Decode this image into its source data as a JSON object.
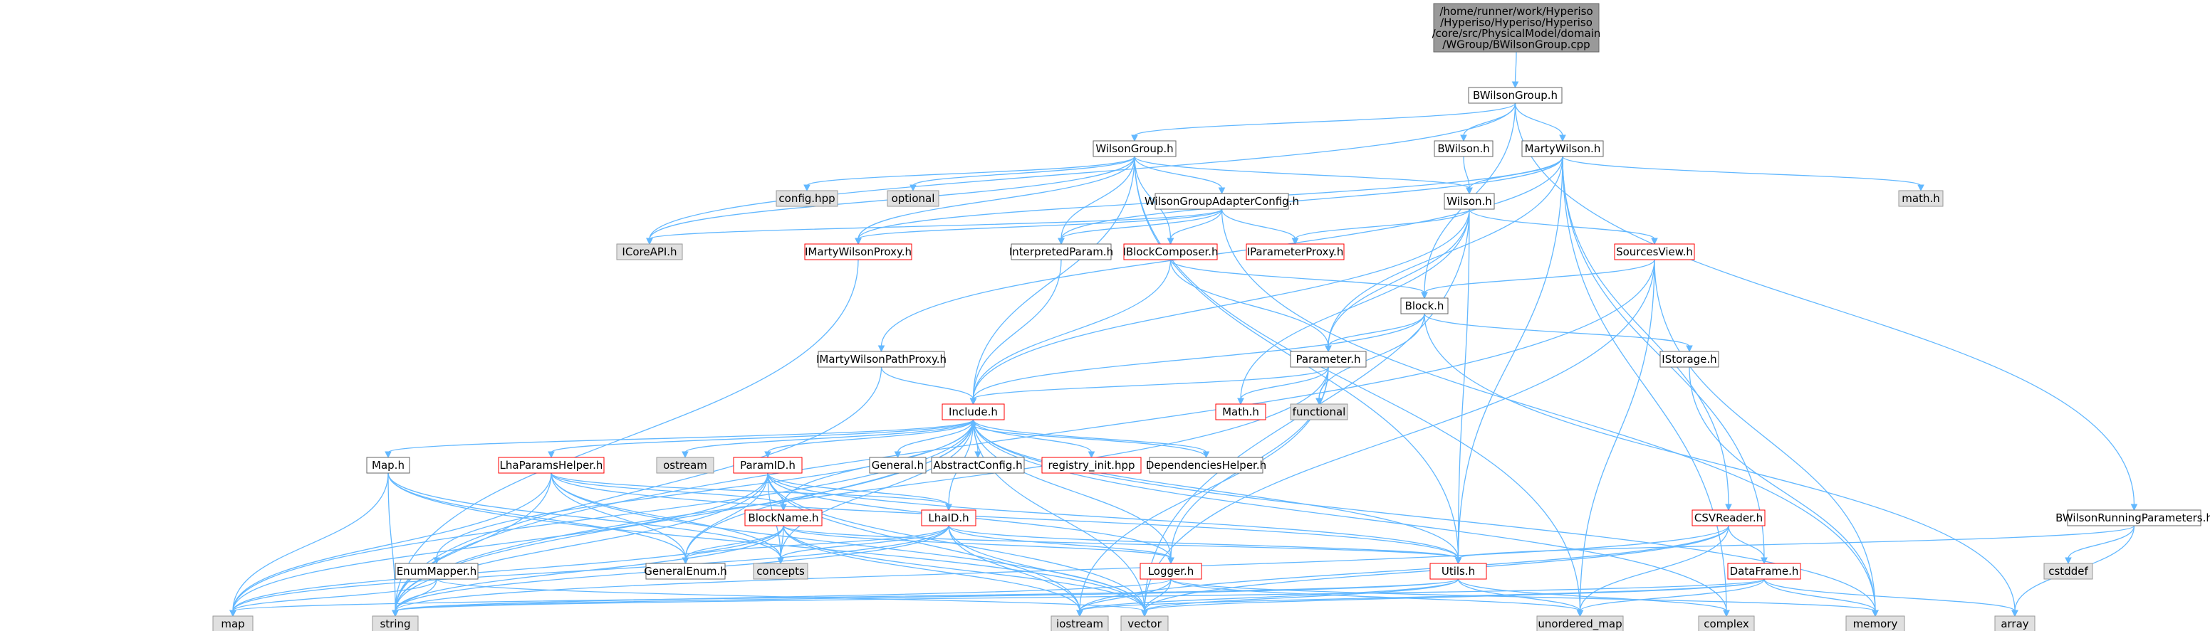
{
  "colors": {
    "edge": "#63b8ff",
    "root_fill": "#999999",
    "root_border": "#666666",
    "normal_fill": "#ffffff",
    "normal_border": "#666666",
    "red_fill": "#ffffff",
    "red_border": "#ff0000",
    "system_fill": "#e0e0e0",
    "system_border": "#999999"
  },
  "nodes": [
    {
      "id": "root",
      "kind": "root",
      "lines": [
        "/home/runner/work/Hyperiso",
        "/Hyperiso/Hyperiso/Hyperiso",
        "/core/src/PhysicalModel/domain",
        "/WGroup/BWilsonGroup.cpp"
      ]
    },
    {
      "id": "BWilsonGroup",
      "kind": "normal",
      "lines": [
        "BWilsonGroup.h"
      ]
    },
    {
      "id": "WilsonGroup",
      "kind": "normal",
      "lines": [
        "WilsonGroup.h"
      ]
    },
    {
      "id": "BWilson",
      "kind": "normal",
      "lines": [
        "BWilson.h"
      ]
    },
    {
      "id": "MartyWilson",
      "kind": "normal",
      "lines": [
        "MartyWilson.h"
      ]
    },
    {
      "id": "BWilsonRunning",
      "kind": "normal",
      "lines": [
        "BWilsonRunningParameters.h"
      ]
    },
    {
      "id": "confighpp",
      "kind": "system",
      "lines": [
        "config.hpp"
      ]
    },
    {
      "id": "optional",
      "kind": "system",
      "lines": [
        "optional"
      ]
    },
    {
      "id": "WGAConfig",
      "kind": "normal",
      "lines": [
        "WilsonGroupAdapterConfig.h"
      ]
    },
    {
      "id": "Wilson",
      "kind": "normal",
      "lines": [
        "Wilson.h"
      ]
    },
    {
      "id": "mathh",
      "kind": "system",
      "lines": [
        "math.h"
      ]
    },
    {
      "id": "ICoreAPI",
      "kind": "system",
      "lines": [
        "ICoreAPI.h"
      ]
    },
    {
      "id": "IMartyWilsonProxy",
      "kind": "red",
      "lines": [
        "IMartyWilsonProxy.h"
      ]
    },
    {
      "id": "InterpretedParam",
      "kind": "normal",
      "lines": [
        "InterpretedParam.h"
      ]
    },
    {
      "id": "IBlockComposer",
      "kind": "red",
      "lines": [
        "IBlockComposer.h"
      ]
    },
    {
      "id": "IParameterProxy",
      "kind": "red",
      "lines": [
        "IParameterProxy.h"
      ]
    },
    {
      "id": "SourcesView",
      "kind": "red",
      "lines": [
        "SourcesView.h"
      ]
    },
    {
      "id": "Block",
      "kind": "normal",
      "lines": [
        "Block.h"
      ]
    },
    {
      "id": "IMartyWilsonPathProxy",
      "kind": "normal",
      "lines": [
        "IMartyWilsonPathProxy.h"
      ]
    },
    {
      "id": "Parameter",
      "kind": "normal",
      "lines": [
        "Parameter.h"
      ]
    },
    {
      "id": "IStorage",
      "kind": "normal",
      "lines": [
        "IStorage.h"
      ]
    },
    {
      "id": "MathH",
      "kind": "red",
      "lines": [
        "Math.h"
      ]
    },
    {
      "id": "functional",
      "kind": "system",
      "lines": [
        "functional"
      ]
    },
    {
      "id": "Include",
      "kind": "red",
      "lines": [
        "Include.h"
      ]
    },
    {
      "id": "Maph",
      "kind": "normal",
      "lines": [
        "Map.h"
      ]
    },
    {
      "id": "LhaParamsHelper",
      "kind": "red",
      "lines": [
        "LhaParamsHelper.h"
      ]
    },
    {
      "id": "ostream",
      "kind": "system",
      "lines": [
        "ostream"
      ]
    },
    {
      "id": "ParamID",
      "kind": "red",
      "lines": [
        "ParamID.h"
      ]
    },
    {
      "id": "General",
      "kind": "normal",
      "lines": [
        "General.h"
      ]
    },
    {
      "id": "AbstractConfig",
      "kind": "normal",
      "lines": [
        "AbstractConfig.h"
      ]
    },
    {
      "id": "registry",
      "kind": "red",
      "lines": [
        "registry_init.hpp"
      ]
    },
    {
      "id": "DependenciesHelper",
      "kind": "normal",
      "lines": [
        "DependenciesHelper.h"
      ]
    },
    {
      "id": "CSVReader",
      "kind": "red",
      "lines": [
        "CSVReader.h"
      ]
    },
    {
      "id": "BlockName",
      "kind": "red",
      "lines": [
        "BlockName.h"
      ]
    },
    {
      "id": "LhaID",
      "kind": "red",
      "lines": [
        "LhaID.h"
      ]
    },
    {
      "id": "EnumMapper",
      "kind": "normal",
      "lines": [
        "EnumMapper.h"
      ]
    },
    {
      "id": "concepts",
      "kind": "system",
      "lines": [
        "concepts"
      ]
    },
    {
      "id": "GeneralEnum",
      "kind": "normal",
      "lines": [
        "GeneralEnum.h"
      ]
    },
    {
      "id": "Logger",
      "kind": "red",
      "lines": [
        "Logger.h"
      ]
    },
    {
      "id": "Utils",
      "kind": "red",
      "lines": [
        "Utils.h"
      ]
    },
    {
      "id": "DataFrame",
      "kind": "red",
      "lines": [
        "DataFrame.h"
      ]
    },
    {
      "id": "cstddef",
      "kind": "system",
      "lines": [
        "cstddef"
      ]
    },
    {
      "id": "map",
      "kind": "system",
      "lines": [
        "map"
      ]
    },
    {
      "id": "string",
      "kind": "system",
      "lines": [
        "string"
      ]
    },
    {
      "id": "iostream",
      "kind": "system",
      "lines": [
        "iostream"
      ]
    },
    {
      "id": "vector",
      "kind": "system",
      "lines": [
        "vector"
      ]
    },
    {
      "id": "unordered_map",
      "kind": "system",
      "lines": [
        "unordered_map"
      ]
    },
    {
      "id": "complex",
      "kind": "system",
      "lines": [
        "complex"
      ]
    },
    {
      "id": "memory",
      "kind": "system",
      "lines": [
        "memory"
      ]
    },
    {
      "id": "array",
      "kind": "system",
      "lines": [
        "array"
      ]
    }
  ],
  "edges": [
    [
      "root",
      "BWilsonGroup"
    ],
    [
      "BWilsonGroup",
      "WilsonGroup"
    ],
    [
      "BWilsonGroup",
      "BWilson"
    ],
    [
      "BWilsonGroup",
      "MartyWilson"
    ],
    [
      "BWilsonGroup",
      "BWilsonRunning"
    ],
    [
      "BWilsonGroup",
      "ICoreAPI"
    ],
    [
      "BWilsonGroup",
      "Block"
    ],
    [
      "WilsonGroup",
      "confighpp"
    ],
    [
      "WilsonGroup",
      "optional"
    ],
    [
      "WilsonGroup",
      "WGAConfig"
    ],
    [
      "WilsonGroup",
      "Wilson"
    ],
    [
      "WilsonGroup",
      "ICoreAPI"
    ],
    [
      "WilsonGroup",
      "IMartyWilsonProxy"
    ],
    [
      "WilsonGroup",
      "InterpretedParam"
    ],
    [
      "WilsonGroup",
      "IBlockComposer"
    ],
    [
      "WilsonGroup",
      "Include"
    ],
    [
      "WilsonGroup",
      "Utils"
    ],
    [
      "WilsonGroup",
      "unordered_map"
    ],
    [
      "BWilson",
      "Wilson"
    ],
    [
      "MartyWilson",
      "Wilson"
    ],
    [
      "MartyWilson",
      "mathh"
    ],
    [
      "MartyWilson",
      "IMartyWilsonProxy"
    ],
    [
      "MartyWilson",
      "IMartyWilsonPathProxy"
    ],
    [
      "MartyWilson",
      "InterpretedParam"
    ],
    [
      "MartyWilson",
      "Parameter"
    ],
    [
      "MartyWilson",
      "CSVReader"
    ],
    [
      "MartyWilson",
      "DataFrame"
    ],
    [
      "MartyWilson",
      "complex"
    ],
    [
      "MartyWilson",
      "Utils"
    ],
    [
      "BWilsonRunning",
      "cstddef"
    ],
    [
      "BWilsonRunning",
      "array"
    ],
    [
      "BWilsonRunning",
      "Utils"
    ],
    [
      "WGAConfig",
      "ICoreAPI"
    ],
    [
      "WGAConfig",
      "IMartyWilsonProxy"
    ],
    [
      "WGAConfig",
      "InterpretedParam"
    ],
    [
      "WGAConfig",
      "IBlockComposer"
    ],
    [
      "WGAConfig",
      "IParameterProxy"
    ],
    [
      "WGAConfig",
      "memory"
    ],
    [
      "Wilson",
      "IParameterProxy"
    ],
    [
      "Wilson",
      "SourcesView"
    ],
    [
      "Wilson",
      "Include"
    ],
    [
      "Wilson",
      "Utils"
    ],
    [
      "Wilson",
      "MathH"
    ],
    [
      "Wilson",
      "Parameter"
    ],
    [
      "Wilson",
      "vector"
    ],
    [
      "IMartyWilsonProxy",
      "string"
    ],
    [
      "InterpretedParam",
      "Include"
    ],
    [
      "IBlockComposer",
      "Block"
    ],
    [
      "IBlockComposer",
      "Parameter"
    ],
    [
      "IBlockComposer",
      "Include"
    ],
    [
      "SourcesView",
      "Block"
    ],
    [
      "SourcesView",
      "string"
    ],
    [
      "SourcesView",
      "unordered_map"
    ],
    [
      "SourcesView",
      "memory"
    ],
    [
      "SourcesView",
      "vector"
    ],
    [
      "Block",
      "Parameter"
    ],
    [
      "Block",
      "IStorage"
    ],
    [
      "Block",
      "functional"
    ],
    [
      "Block",
      "array"
    ],
    [
      "Block",
      "Include"
    ],
    [
      "IMartyWilsonPathProxy",
      "Include"
    ],
    [
      "IMartyWilsonPathProxy",
      "string"
    ],
    [
      "Parameter",
      "Include"
    ],
    [
      "Parameter",
      "MathH"
    ],
    [
      "Parameter",
      "functional"
    ],
    [
      "Parameter",
      "Logger"
    ],
    [
      "Parameter",
      "string"
    ],
    [
      "Parameter",
      "iostream"
    ],
    [
      "IStorage",
      "memory"
    ],
    [
      "Include",
      "Maph"
    ],
    [
      "Include",
      "LhaParamsHelper"
    ],
    [
      "Include",
      "ostream"
    ],
    [
      "Include",
      "ParamID"
    ],
    [
      "Include",
      "General"
    ],
    [
      "Include",
      "AbstractConfig"
    ],
    [
      "Include",
      "registry"
    ],
    [
      "Include",
      "DependenciesHelper"
    ],
    [
      "Include",
      "BlockName"
    ],
    [
      "Include",
      "LhaID"
    ],
    [
      "Include",
      "Logger"
    ],
    [
      "Include",
      "Utils"
    ],
    [
      "Include",
      "GeneralEnum"
    ],
    [
      "Include",
      "EnumMapper"
    ],
    [
      "Include",
      "map"
    ],
    [
      "Include",
      "string"
    ],
    [
      "Include",
      "vector"
    ],
    [
      "Include",
      "memory"
    ],
    [
      "Include",
      "complex"
    ],
    [
      "Include",
      "concepts"
    ],
    [
      "DependenciesHelper",
      "Include"
    ],
    [
      "Maph",
      "map"
    ],
    [
      "Maph",
      "string"
    ],
    [
      "Maph",
      "concepts"
    ],
    [
      "Maph",
      "GeneralEnum"
    ],
    [
      "Maph",
      "vector"
    ],
    [
      "LhaParamsHelper",
      "BlockName"
    ],
    [
      "LhaParamsHelper",
      "LhaID"
    ],
    [
      "LhaParamsHelper",
      "GeneralEnum"
    ],
    [
      "LhaParamsHelper",
      "concepts"
    ],
    [
      "LhaParamsHelper",
      "map"
    ],
    [
      "LhaParamsHelper",
      "string"
    ],
    [
      "LhaParamsHelper",
      "vector"
    ],
    [
      "LhaParamsHelper",
      "Utils"
    ],
    [
      "ParamID",
      "BlockName"
    ],
    [
      "ParamID",
      "LhaID"
    ],
    [
      "ParamID",
      "GeneralEnum"
    ],
    [
      "ParamID",
      "concepts"
    ],
    [
      "ParamID",
      "Logger"
    ],
    [
      "ParamID",
      "Utils"
    ],
    [
      "ParamID",
      "map"
    ],
    [
      "ParamID",
      "string"
    ],
    [
      "ParamID",
      "iostream"
    ],
    [
      "ParamID",
      "vector"
    ],
    [
      "BlockName",
      "GeneralEnum"
    ],
    [
      "BlockName",
      "concepts"
    ],
    [
      "BlockName",
      "Logger"
    ],
    [
      "BlockName",
      "Utils"
    ],
    [
      "BlockName",
      "map"
    ],
    [
      "BlockName",
      "string"
    ],
    [
      "BlockName",
      "iostream"
    ],
    [
      "BlockName",
      "vector"
    ],
    [
      "LhaID",
      "GeneralEnum"
    ],
    [
      "LhaID",
      "concepts"
    ],
    [
      "LhaID",
      "Logger"
    ],
    [
      "LhaID",
      "Utils"
    ],
    [
      "LhaID",
      "map"
    ],
    [
      "LhaID",
      "string"
    ],
    [
      "LhaID",
      "iostream"
    ],
    [
      "LhaID",
      "vector"
    ],
    [
      "EnumMapper",
      "map"
    ],
    [
      "EnumMapper",
      "string"
    ],
    [
      "EnumMapper",
      "vector"
    ],
    [
      "Logger",
      "string"
    ],
    [
      "Logger",
      "iostream"
    ],
    [
      "Logger",
      "vector"
    ],
    [
      "Logger",
      "unordered_map"
    ],
    [
      "Logger",
      "memory"
    ],
    [
      "Utils",
      "string"
    ],
    [
      "Utils",
      "iostream"
    ],
    [
      "Utils",
      "vector"
    ],
    [
      "Utils",
      "unordered_map"
    ],
    [
      "Utils",
      "complex"
    ],
    [
      "Utils",
      "map"
    ],
    [
      "CSVReader",
      "DataFrame"
    ],
    [
      "CSVReader",
      "string"
    ],
    [
      "CSVReader",
      "vector"
    ],
    [
      "CSVReader",
      "unordered_map"
    ],
    [
      "CSVReader",
      "iostream"
    ],
    [
      "DataFrame",
      "string"
    ],
    [
      "DataFrame",
      "vector"
    ],
    [
      "DataFrame",
      "unordered_map"
    ],
    [
      "DataFrame",
      "memory"
    ],
    [
      "DataFrame",
      "array"
    ],
    [
      "DataFrame",
      "iostream"
    ]
  ]
}
